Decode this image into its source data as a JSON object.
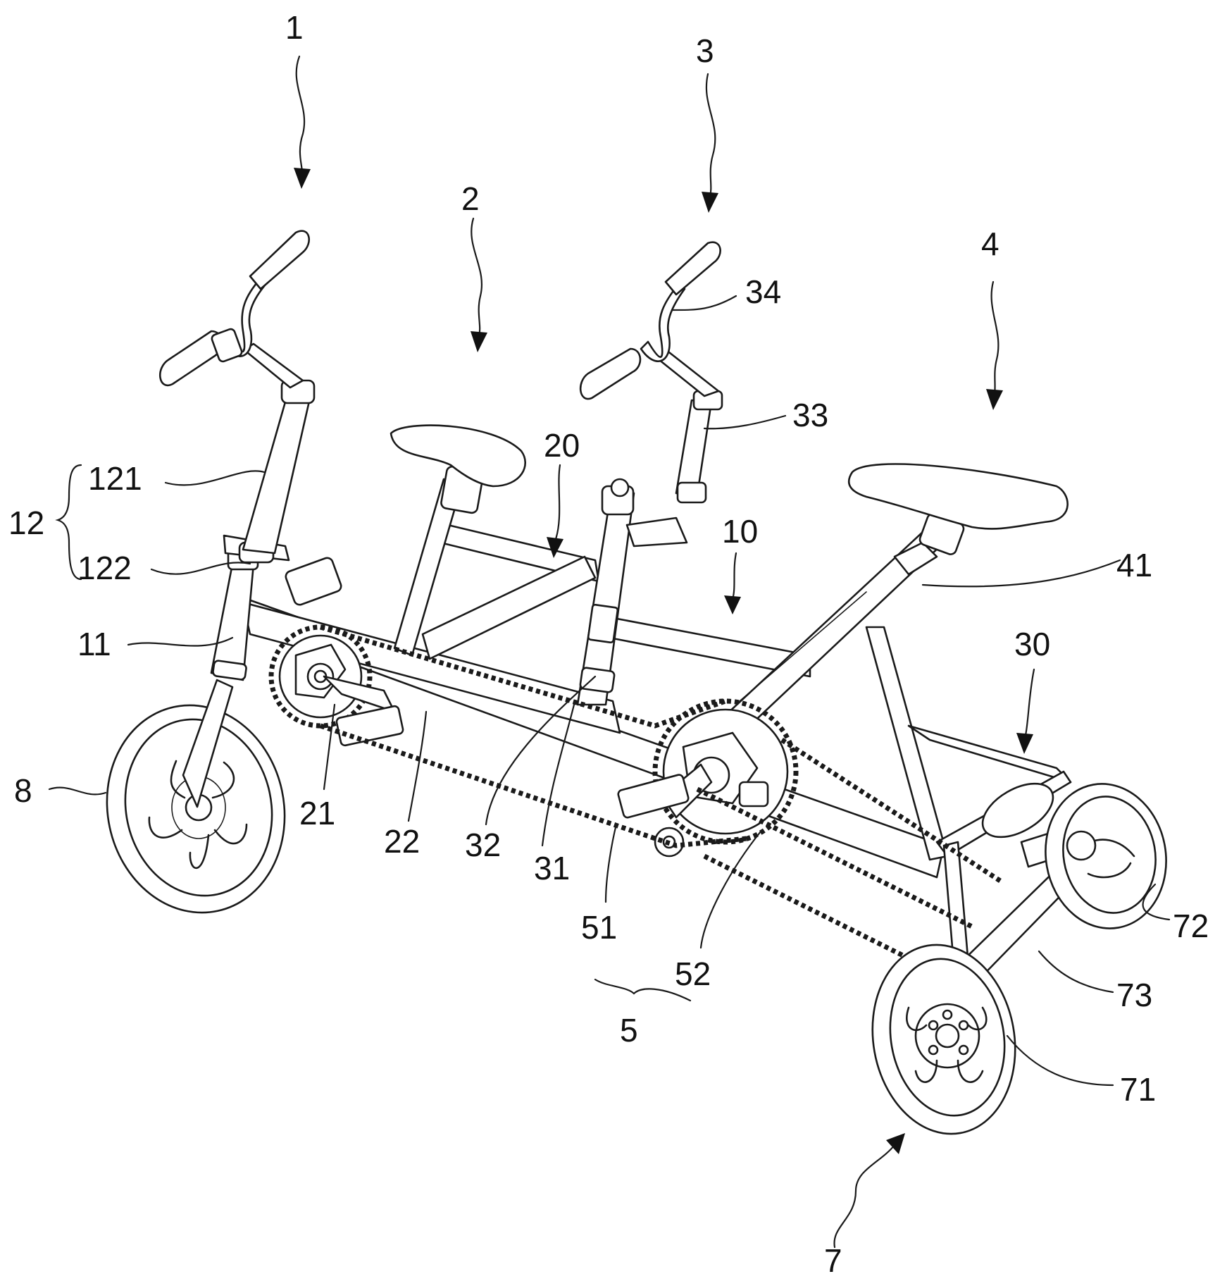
{
  "labels": {
    "l1": "1",
    "l2": "2",
    "l3": "3",
    "l4": "4",
    "l5": "5",
    "l7": "7",
    "l8": "8",
    "l10": "10",
    "l11": "11",
    "l12": "12",
    "l20": "20",
    "l21": "21",
    "l22": "22",
    "l30": "30",
    "l31": "31",
    "l32": "32",
    "l33": "33",
    "l34": "34",
    "l41": "41",
    "l51": "51",
    "l52": "52",
    "l71": "71",
    "l72": "72",
    "l73": "73",
    "l121": "121",
    "l122": "122"
  }
}
